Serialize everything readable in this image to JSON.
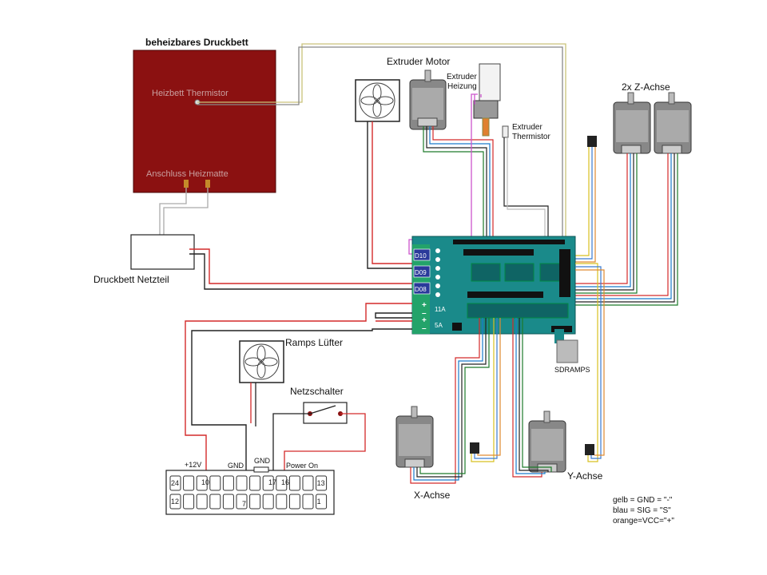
{
  "heatbed": {
    "title": "beheizbares Druckbett",
    "thermistor": "Heizbett Thermistor",
    "connector": "Anschluss Heizmatte"
  },
  "extruder": {
    "motor": "Extruder Motor",
    "heater_1": "Extruder",
    "heater_2": "Heizung",
    "thermistor_1": "Extruder",
    "thermistor_2": "Thermistor"
  },
  "z_axis": {
    "label": "2x Z-Achse"
  },
  "psu": {
    "label": "Druckbett Netzteil"
  },
  "ramps": {
    "d10": "D10",
    "d09": "D09",
    "d08": "D08",
    "amp11": "11A",
    "amp5": "5A",
    "sd": "SDRAMPS"
  },
  "fan": {
    "label": "Ramps Lüfter"
  },
  "switch": {
    "label": "Netzschalter"
  },
  "atx": {
    "v12": "+12V",
    "gnd1": "GND",
    "gnd2": "GND",
    "power_on": "Power On",
    "top_pins": [
      "24",
      "",
      "",
      "",
      "",
      "",
      "",
      "",
      "",
      "",
      "",
      "13"
    ],
    "bottom_pins": [
      "12",
      "",
      "",
      "",
      "",
      "",
      "",
      "",
      "",
      "",
      "",
      "1"
    ],
    "pin10": "10",
    "pin7": "7",
    "pin17": "17",
    "pin16": "16"
  },
  "x_axis": {
    "label": "X-Achse"
  },
  "y_axis": {
    "label": "Y-Achse"
  },
  "legend": {
    "line1": "gelb = GND = \"-\"",
    "line2": "blau = SIG = \"S\"",
    "line3": "orange=VCC=\"+\""
  }
}
